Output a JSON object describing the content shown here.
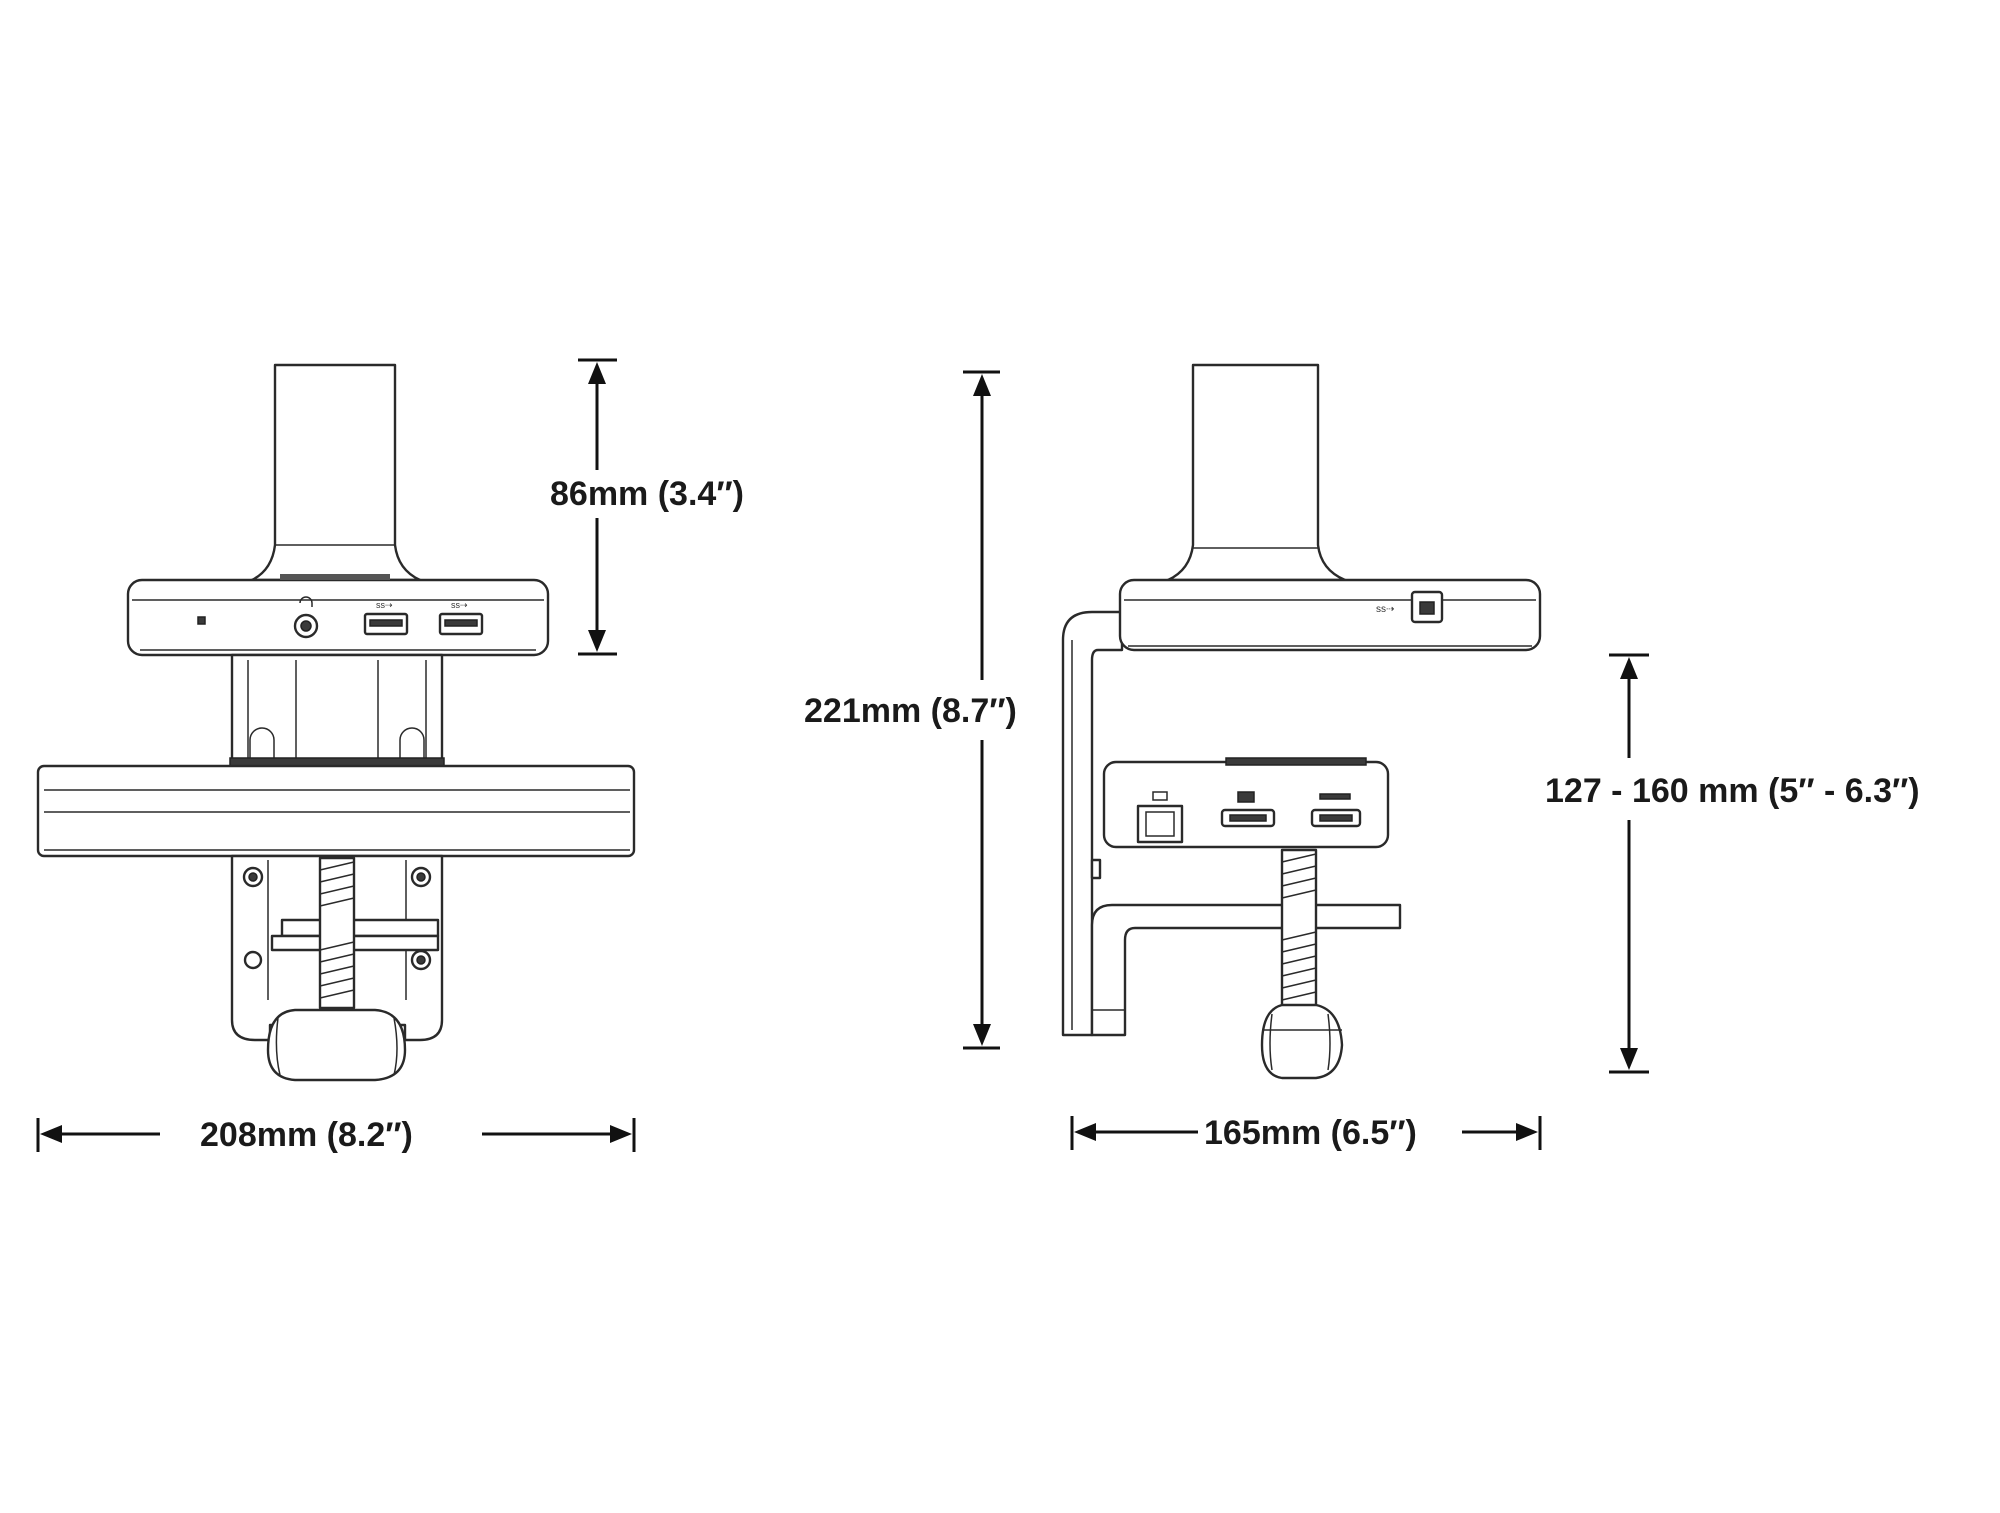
{
  "dimensions": {
    "front_width": "208mm (8.2″)",
    "front_post_height": "86mm (3.4″)",
    "side_total_height": "221mm (8.7″)",
    "side_depth": "165mm (6.5″)",
    "clamp_range": "127 - 160 mm (5″ - 6.3″)"
  },
  "colors": {
    "line": "#2a2a2a",
    "background": "#ffffff"
  }
}
